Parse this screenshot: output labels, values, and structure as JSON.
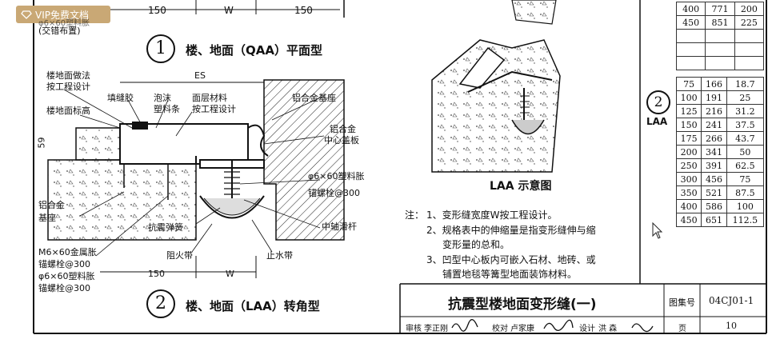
{
  "badge": {
    "label": "VIP免费文档"
  },
  "top_dims": {
    "left": "150",
    "mid": "W",
    "right": "150"
  },
  "legend_note": {
    "line1": "φ6×60塑料胀",
    "line2": "(交错布置)"
  },
  "plan_title": {
    "num": "1",
    "text": "楼、地面（QAA）平面型"
  },
  "corner_title": {
    "num": "2",
    "text": "楼、地面（LAA）转角型"
  },
  "detail_labels": {
    "es": "ES",
    "floor_method": "楼地面做法",
    "per_design": "按工程设计",
    "floor_elev": "楼地面标高",
    "filler": "填缝胶",
    "foam": "泡沫",
    "plastic_strip": "塑料条",
    "surface_mat": "面层材料",
    "surface_per_design": "按工程设计",
    "al_base_r": "铝合金基座",
    "al_alloy": "铝合金",
    "center_plate": "中心盖板",
    "anchor_r1": "φ6×60塑料胀",
    "anchor_r2": "锚螺栓@300",
    "slide_bar": "中轴滑杆",
    "dim_59": "59",
    "al_left1": "铝合金",
    "al_left2": "基座",
    "m6_1": "M6×60金属胀",
    "m6_2": "锚螺栓@300",
    "phi_1": "φ6×60塑料胀",
    "phi_2": "锚螺栓@300",
    "spring": "抗震弹簧",
    "fire_belt": "阻火带",
    "water_belt": "止水带",
    "bottom_150": "150",
    "bottom_w": "W"
  },
  "schematic_caption": "LAA 示意图",
  "notes": {
    "head": "注：",
    "items": [
      "1、变形缝宽度W按工程设计。",
      "2、规格表中的伸缩量是指变形缝伸与缩",
      "变形量的总和。",
      "3、凹型中心板内可嵌入石材、地砖、或",
      "铺置地毯等篝型地面装饰材料。"
    ]
  },
  "table_top": {
    "rows": [
      [
        "400",
        "771",
        "200"
      ],
      [
        "450",
        "851",
        "225"
      ]
    ]
  },
  "table_laa": {
    "marker": "2",
    "label": "LAA",
    "rows": [
      [
        "75",
        "166",
        "18.7"
      ],
      [
        "100",
        "191",
        "25"
      ],
      [
        "125",
        "216",
        "31.2"
      ],
      [
        "150",
        "241",
        "37.5"
      ],
      [
        "175",
        "266",
        "43.7"
      ],
      [
        "200",
        "341",
        "50"
      ],
      [
        "250",
        "391",
        "62.5"
      ],
      [
        "300",
        "456",
        "75"
      ],
      [
        "350",
        "521",
        "87.5"
      ],
      [
        "400",
        "586",
        "100"
      ],
      [
        "450",
        "651",
        "112.5"
      ]
    ]
  },
  "title_block": {
    "title": "抗震型楼地面变形缝(一)",
    "atlas_label": "图集号",
    "atlas_no": "04CJ01-1",
    "review": "审核",
    "reviewer": "李正刚",
    "check": "校对",
    "checker": "卢家康",
    "design": "设计",
    "designer": "洪 森",
    "page_label": "页",
    "page_no": "10"
  }
}
